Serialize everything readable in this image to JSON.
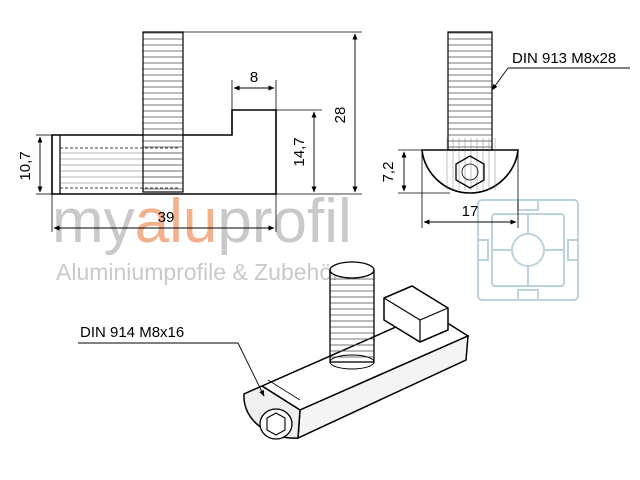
{
  "dimensions": {
    "side_height_left": "10,7",
    "side_top_width": "8",
    "side_total_length": "39",
    "side_height_step": "14,7",
    "side_total_height": "28",
    "front_height": "7,2",
    "front_width": "17"
  },
  "callouts": {
    "top_screw": "DIN 913 M8x28",
    "bottom_screw": "DIN 914 M8x16"
  },
  "watermark": {
    "brand_part1": "my",
    "brand_part2": "alu",
    "brand_part3": "profil",
    "tagline": "Aluminiumprofile & Zubehör"
  },
  "colors": {
    "watermark_gray": "#c9c9c9",
    "watermark_accent": "#f2b08c",
    "logo_blue": "#bcd2dc"
  }
}
